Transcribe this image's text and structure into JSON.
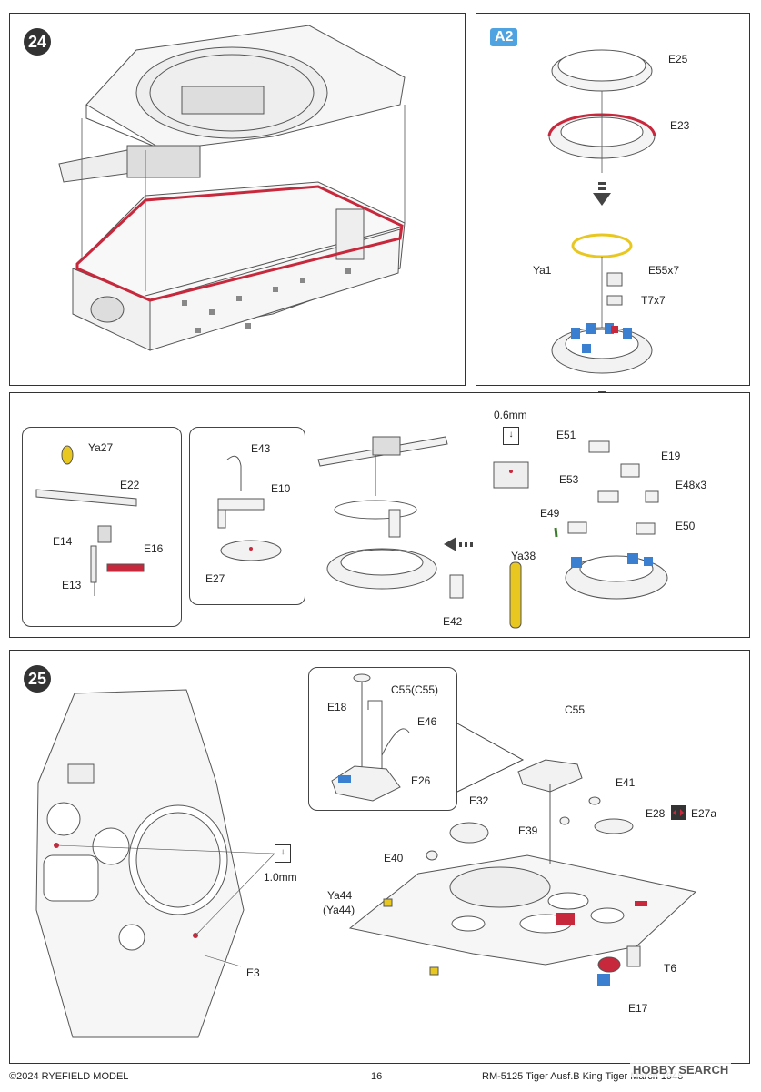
{
  "step24": {
    "number": "24",
    "sub_badge": "A2",
    "labels": {
      "e25": "E25",
      "e23": "E23",
      "ya1": "Ya1",
      "e55x7": "E55x7",
      "t7x7": "T7x7",
      "thickness1": "0.6mm",
      "e51": "E51",
      "e19": "E19",
      "e53": "E53",
      "e48x3": "E48x3",
      "e49": "E49",
      "e50": "E50",
      "ya38": "Ya38",
      "e42": "E42",
      "ya27": "Ya27",
      "e22": "E22",
      "e14": "E14",
      "e16": "E16",
      "e13": "E13",
      "e43": "E43",
      "e10": "E10",
      "e27": "E27"
    }
  },
  "step25": {
    "number": "25",
    "labels": {
      "e18": "E18",
      "c55_alt": "C55(C55)",
      "e46": "E46",
      "e26": "E26",
      "c55": "C55",
      "e41": "E41",
      "e28": "E28",
      "e27a": "E27a",
      "e32": "E32",
      "e39": "E39",
      "e40": "E40",
      "ya44": "Ya44",
      "ya44_alt": "(Ya44)",
      "t6": "T6",
      "e17": "E17",
      "e3": "E3",
      "thickness2": "1.0mm"
    }
  },
  "footer": {
    "copyright": "©2024 RYEFIELD MODEL",
    "page_number": "16",
    "product": "RM-5125 Tiger Ausf.B King Tiger March 1945",
    "watermark": "HOBBY SEARCH"
  },
  "colors": {
    "accent_red": "#c8283c",
    "part_blue": "#3a7fd0",
    "photo_yellow": "#e8c820",
    "badge_blue": "#4fa3e0"
  }
}
